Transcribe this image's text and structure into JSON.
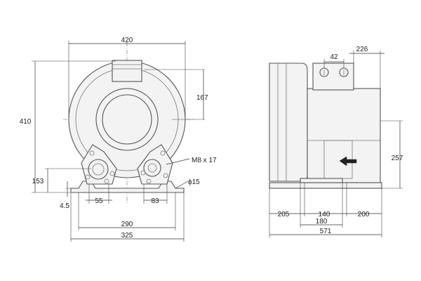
{
  "drawing": {
    "front_view": {
      "width_overall": "420",
      "height_overall": "410",
      "inlet_offset": "167",
      "foot_height": "153",
      "foot_thickness": "4.5",
      "bolt_hole_spacing_left": "55",
      "bolt_hole_spacing_right": "83",
      "base_inner": "290",
      "base_outer": "325",
      "thread_note": "M8 x 17",
      "hole_diameter": "ϕ15"
    },
    "side_view": {
      "terminal_spacing": "42",
      "terminal_offset": "226",
      "height_to_flow_arrow": "257",
      "base_left": "205",
      "base_mid": "140",
      "base_right": "200",
      "foot_span": "180",
      "length_overall": "571"
    }
  }
}
